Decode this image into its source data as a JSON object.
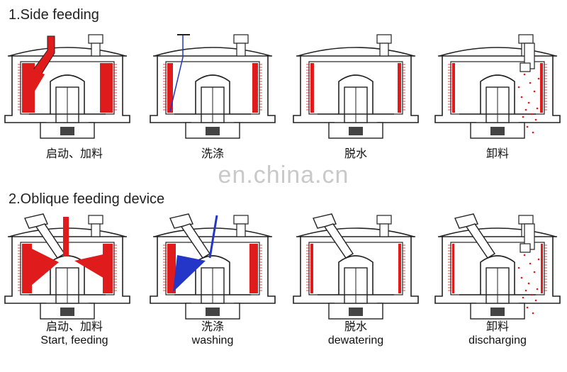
{
  "sections": [
    {
      "title": "1.Side feeding",
      "panels": [
        {
          "zh": "启动、加料",
          "en": ""
        },
        {
          "zh": "洗涤",
          "en": ""
        },
        {
          "zh": "脱水",
          "en": ""
        },
        {
          "zh": "卸料",
          "en": ""
        }
      ]
    },
    {
      "title": "2.Oblique feeding device",
      "panels": [
        {
          "zh": "启动、加料",
          "en": "Start, feeding"
        },
        {
          "zh": "洗涤",
          "en": "washing"
        },
        {
          "zh": "脱水",
          "en": "dewatering"
        },
        {
          "zh": "卸料",
          "en": "discharging"
        }
      ]
    }
  ],
  "watermark": "en.china.cn",
  "colors": {
    "red": "#e01b1b",
    "blue": "#2436c8",
    "line": "#222222",
    "gray": "#d8d8d8"
  }
}
